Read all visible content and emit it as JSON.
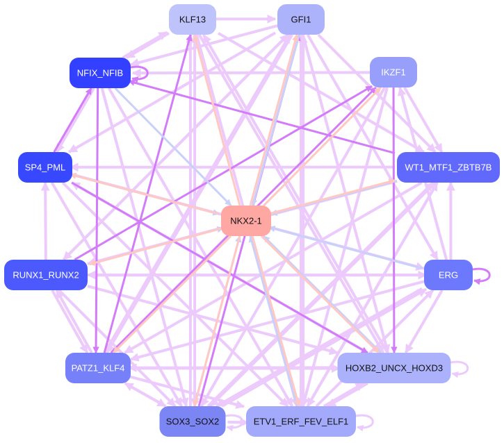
{
  "colors": {
    "edge_light": "#eccafb",
    "edge_strong": "#d27cf9",
    "edge_pink": "#ffc8c2",
    "edge_blue": "#c9d0fa"
  },
  "nodes": [
    {
      "id": "KLF13",
      "label": "KLF13",
      "fill": "#bfc3fb",
      "text": "#111111"
    },
    {
      "id": "GFI1",
      "label": "GFI1",
      "fill": "#adb3fb",
      "text": "#111111"
    },
    {
      "id": "IKZF1",
      "label": "IKZF1",
      "fill": "#979ffb",
      "text": "#ffffff"
    },
    {
      "id": "NFIX_NFIB",
      "label": "NFIX_NFIB",
      "fill": "#3340ff",
      "text": "#ffffff"
    },
    {
      "id": "SP4_PML",
      "label": "SP4_PML",
      "fill": "#3848ff",
      "text": "#ffffff"
    },
    {
      "id": "WT1_MTF1_ZBTB7B",
      "label": "WT1_MTF1_ZBTB7B",
      "fill": "#6069fc",
      "text": "#ffffff"
    },
    {
      "id": "NKX2-1",
      "label": "NKX2-1",
      "fill": "#ffa7a3",
      "text": "#111111"
    },
    {
      "id": "RUNX1_RUNX2",
      "label": "RUNX1_RUNX2",
      "fill": "#4c59fd",
      "text": "#ffffff"
    },
    {
      "id": "ERG",
      "label": "ERG",
      "fill": "#6c79fd",
      "text": "#ffffff"
    },
    {
      "id": "PATZ1_KLF4",
      "label": "PATZ1_KLF4",
      "fill": "#7680f8",
      "text": "#ffffff"
    },
    {
      "id": "HOXB2_UNCX_HOXD3",
      "label": "HOXB2_UNCX_HOXD3",
      "fill": "#abb1fb",
      "text": "#111111"
    },
    {
      "id": "SOX3_SOX2",
      "label": "SOX3_SOX2",
      "fill": "#7b85f3",
      "text": "#111111"
    },
    {
      "id": "ETV1_ERF_FEV_ELF1",
      "label": "ETV1_ERF_FEV_ELF1",
      "fill": "#a3aafb",
      "text": "#111111"
    }
  ],
  "edges": [
    {
      "s": "NKX2-1",
      "t": "KLF13",
      "c": "pink"
    },
    {
      "s": "NKX2-1",
      "t": "GFI1",
      "c": "pink"
    },
    {
      "s": "NKX2-1",
      "t": "IKZF1",
      "c": "pink"
    },
    {
      "s": "NKX2-1",
      "t": "WT1_MTF1_ZBTB7B",
      "c": "pink"
    },
    {
      "s": "NKX2-1",
      "t": "HOXB2_UNCX_HOXD3",
      "c": "pink"
    },
    {
      "s": "NKX2-1",
      "t": "ETV1_ERF_FEV_ELF1",
      "c": "pink"
    },
    {
      "s": "NKX2-1",
      "t": "SOX3_SOX2",
      "c": "pink"
    },
    {
      "s": "NKX2-1",
      "t": "PATZ1_KLF4",
      "c": "pink"
    },
    {
      "s": "NKX2-1",
      "t": "RUNX1_RUNX2",
      "c": "pink"
    },
    {
      "s": "NKX2-1",
      "t": "SP4_PML",
      "c": "pink"
    },
    {
      "s": "ERG",
      "t": "NKX2-1",
      "c": "blue"
    },
    {
      "s": "WT1_MTF1_ZBTB7B",
      "t": "NKX2-1",
      "c": "blue"
    },
    {
      "s": "GFI1",
      "t": "NKX2-1",
      "c": "blue"
    },
    {
      "s": "SOX3_SOX2",
      "t": "NKX2-1",
      "c": "blue"
    },
    {
      "s": "ETV1_ERF_FEV_ELF1",
      "t": "NKX2-1",
      "c": "blue"
    },
    {
      "s": "RUNX1_RUNX2",
      "t": "NKX2-1",
      "c": "blue"
    },
    {
      "s": "SP4_PML",
      "t": "NKX2-1",
      "c": "blue"
    },
    {
      "s": "NFIX_NFIB",
      "t": "NKX2-1",
      "c": "blue"
    },
    {
      "s": "HOXB2_UNCX_HOXD3",
      "t": "NKX2-1",
      "c": "blue"
    },
    {
      "s": "WT1_MTF1_ZBTB7B",
      "t": "NFIX_NFIB",
      "c": "strong"
    },
    {
      "s": "SP4_PML",
      "t": "NFIX_NFIB",
      "c": "strong"
    },
    {
      "s": "PATZ1_KLF4",
      "t": "KLF13",
      "c": "strong"
    },
    {
      "s": "PATZ1_KLF4",
      "t": "IKZF1",
      "c": "strong"
    },
    {
      "s": "SP4_PML",
      "t": "HOXB2_UNCX_HOXD3",
      "c": "strong"
    },
    {
      "s": "RUNX1_RUNX2",
      "t": "IKZF1",
      "c": "strong"
    },
    {
      "s": "NFIX_NFIB",
      "t": "PATZ1_KLF4",
      "c": "strong"
    },
    {
      "s": "IKZF1",
      "t": "HOXB2_UNCX_HOXD3",
      "c": "strong"
    },
    {
      "s": "SOX3_SOX2",
      "t": "GFI1",
      "c": "strong"
    },
    {
      "s": "KLF13",
      "t": "GFI1",
      "c": "light"
    },
    {
      "s": "KLF13",
      "t": "NFIX_NFIB",
      "c": "light"
    },
    {
      "s": "KLF13",
      "t": "WT1_MTF1_ZBTB7B",
      "c": "light"
    },
    {
      "s": "KLF13",
      "t": "HOXB2_UNCX_HOXD3",
      "c": "light"
    },
    {
      "s": "KLF13",
      "t": "ETV1_ERF_FEV_ELF1",
      "c": "light"
    },
    {
      "s": "KLF13",
      "t": "SOX3_SOX2",
      "c": "light"
    },
    {
      "s": "GFI1",
      "t": "SP4_PML",
      "c": "light"
    },
    {
      "s": "GFI1",
      "t": "NFIX_NFIB",
      "c": "light"
    },
    {
      "s": "GFI1",
      "t": "RUNX1_RUNX2",
      "c": "light"
    },
    {
      "s": "GFI1",
      "t": "HOXB2_UNCX_HOXD3",
      "c": "light"
    },
    {
      "s": "GFI1",
      "t": "ETV1_ERF_FEV_ELF1",
      "c": "light"
    },
    {
      "s": "GFI1",
      "t": "WT1_MTF1_ZBTB7B",
      "c": "light"
    },
    {
      "s": "GFI1",
      "t": "ERG",
      "c": "light"
    },
    {
      "s": "GFI1",
      "t": "PATZ1_KLF4",
      "c": "light"
    },
    {
      "s": "IKZF1",
      "t": "NFIX_NFIB",
      "c": "light"
    },
    {
      "s": "IKZF1",
      "t": "ETV1_ERF_FEV_ELF1",
      "c": "light"
    },
    {
      "s": "IKZF1",
      "t": "SOX3_SOX2",
      "c": "light"
    },
    {
      "s": "IKZF1",
      "t": "WT1_MTF1_ZBTB7B",
      "c": "light"
    },
    {
      "s": "NFIX_NFIB",
      "t": "SOX3_SOX2",
      "c": "light"
    },
    {
      "s": "NFIX_NFIB",
      "t": "ETV1_ERF_FEV_ELF1",
      "c": "light"
    },
    {
      "s": "NFIX_NFIB",
      "t": "SP4_PML",
      "c": "light"
    },
    {
      "s": "NFIX_NFIB",
      "t": "KLF13",
      "c": "light"
    },
    {
      "s": "SP4_PML",
      "t": "ERG",
      "c": "light"
    },
    {
      "s": "SP4_PML",
      "t": "ETV1_ERF_FEV_ELF1",
      "c": "light"
    },
    {
      "s": "SP4_PML",
      "t": "SOX3_SOX2",
      "c": "light"
    },
    {
      "s": "RUNX1_RUNX2",
      "t": "SP4_PML",
      "c": "light"
    },
    {
      "s": "RUNX1_RUNX2",
      "t": "ERG",
      "c": "light"
    },
    {
      "s": "RUNX1_RUNX2",
      "t": "SOX3_SOX2",
      "c": "light"
    },
    {
      "s": "RUNX1_RUNX2",
      "t": "HOXB2_UNCX_HOXD3",
      "c": "light"
    },
    {
      "s": "RUNX1_RUNX2",
      "t": "GFI1",
      "c": "light"
    },
    {
      "s": "RUNX1_RUNX2",
      "t": "PATZ1_KLF4",
      "c": "light"
    },
    {
      "s": "ERG",
      "t": "RUNX1_RUNX2",
      "c": "light"
    },
    {
      "s": "ERG",
      "t": "WT1_MTF1_ZBTB7B",
      "c": "light"
    },
    {
      "s": "ERG",
      "t": "SOX3_SOX2",
      "c": "light"
    },
    {
      "s": "ERG",
      "t": "PATZ1_KLF4",
      "c": "light"
    },
    {
      "s": "ERG",
      "t": "HOXB2_UNCX_HOXD3",
      "c": "light"
    },
    {
      "s": "WT1_MTF1_ZBTB7B",
      "t": "SP4_PML",
      "c": "light"
    },
    {
      "s": "WT1_MTF1_ZBTB7B",
      "t": "RUNX1_RUNX2",
      "c": "light"
    },
    {
      "s": "WT1_MTF1_ZBTB7B",
      "t": "SOX3_SOX2",
      "c": "light"
    },
    {
      "s": "WT1_MTF1_ZBTB7B",
      "t": "ETV1_ERF_FEV_ELF1",
      "c": "light"
    },
    {
      "s": "WT1_MTF1_ZBTB7B",
      "t": "PATZ1_KLF4",
      "c": "light"
    },
    {
      "s": "PATZ1_KLF4",
      "t": "HOXB2_UNCX_HOXD3",
      "c": "light"
    },
    {
      "s": "PATZ1_KLF4",
      "t": "ETV1_ERF_FEV_ELF1",
      "c": "light"
    },
    {
      "s": "PATZ1_KLF4",
      "t": "SOX3_SOX2",
      "c": "light"
    },
    {
      "s": "PATZ1_KLF4",
      "t": "RUNX1_RUNX2",
      "c": "light"
    },
    {
      "s": "PATZ1_KLF4",
      "t": "GFI1",
      "c": "light"
    },
    {
      "s": "SOX3_SOX2",
      "t": "PATZ1_KLF4",
      "c": "light"
    },
    {
      "s": "SOX3_SOX2",
      "t": "ETV1_ERF_FEV_ELF1",
      "c": "light"
    },
    {
      "s": "SOX3_SOX2",
      "t": "KLF13",
      "c": "light"
    },
    {
      "s": "SOX3_SOX2",
      "t": "WT1_MTF1_ZBTB7B",
      "c": "light"
    },
    {
      "s": "SOX3_SOX2",
      "t": "ERG",
      "c": "light"
    },
    {
      "s": "ETV1_ERF_FEV_ELF1",
      "t": "HOXB2_UNCX_HOXD3",
      "c": "light"
    },
    {
      "s": "HOXB2_UNCX_HOXD3",
      "t": "ETV1_ERF_FEV_ELF1",
      "c": "light"
    },
    {
      "s": "ETV1_ERF_FEV_ELF1",
      "t": "GFI1",
      "c": "light"
    },
    {
      "s": "ETV1_ERF_FEV_ELF1",
      "t": "WT1_MTF1_ZBTB7B",
      "c": "light"
    },
    {
      "s": "ETV1_ERF_FEV_ELF1",
      "t": "ERG",
      "c": "light"
    },
    {
      "s": "HOXB2_UNCX_HOXD3",
      "t": "KLF13",
      "c": "light"
    },
    {
      "s": "HOXB2_UNCX_HOXD3",
      "t": "PATZ1_KLF4",
      "c": "light"
    },
    {
      "s": "HOXB2_UNCX_HOXD3",
      "t": "SP4_PML",
      "c": "light"
    },
    {
      "s": "ERG",
      "t": "IKZF1",
      "c": "light"
    }
  ],
  "self_loops": [
    {
      "node": "NFIX_NFIB",
      "c": "strong"
    },
    {
      "node": "ERG",
      "c": "strong"
    },
    {
      "node": "HOXB2_UNCX_HOXD3",
      "c": "light"
    },
    {
      "node": "ETV1_ERF_FEV_ELF1",
      "c": "light"
    },
    {
      "node": "SOX3_SOX2",
      "c": "light"
    }
  ]
}
